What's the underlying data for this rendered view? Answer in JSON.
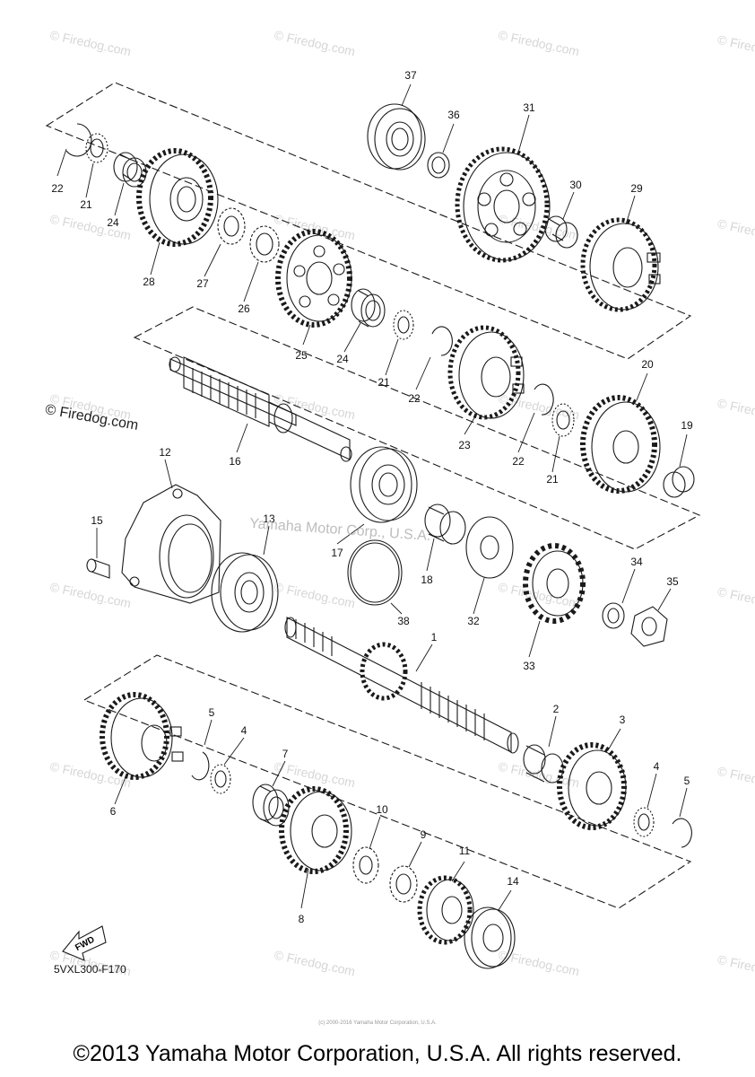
{
  "diagram": {
    "model_code": "5VXL300-F170",
    "fwd_label": "FWD",
    "firedog_label": "© Firedog.com",
    "watermark_text": "© Firedog.com",
    "center_watermark": "Yamaha Motor Corp., U.S.A.",
    "small_copyright": "(c) 2000-2016 Yamaha Motor Corporation, U.S.A.",
    "footer": "©2013 Yamaha Motor Corporation, U.S.A. All rights reserved.",
    "colors": {
      "line": "#1a1a1a",
      "watermark": "#d6d6d6"
    },
    "callouts": {
      "p1": "1",
      "p2": "2",
      "p3": "3",
      "p4a": "4",
      "p4b": "4",
      "p5a": "5",
      "p5b": "5",
      "p6": "6",
      "p7": "7",
      "p8": "8",
      "p9": "9",
      "p10": "10",
      "p11": "11",
      "p12": "12",
      "p13": "13",
      "p14": "14",
      "p15": "15",
      "p16": "16",
      "p17": "17",
      "p18": "18",
      "p19": "19",
      "p20": "20",
      "p21a": "21",
      "p21b": "21",
      "p21c": "21",
      "p22a": "22",
      "p22b": "22",
      "p22c": "22",
      "p23": "23",
      "p24a": "24",
      "p24b": "24",
      "p25": "25",
      "p26": "26",
      "p27": "27",
      "p28": "28",
      "p29": "29",
      "p30": "30",
      "p31": "31",
      "p32": "32",
      "p33": "33",
      "p34": "34",
      "p35": "35",
      "p36": "36",
      "p37": "37",
      "p38": "38"
    }
  }
}
